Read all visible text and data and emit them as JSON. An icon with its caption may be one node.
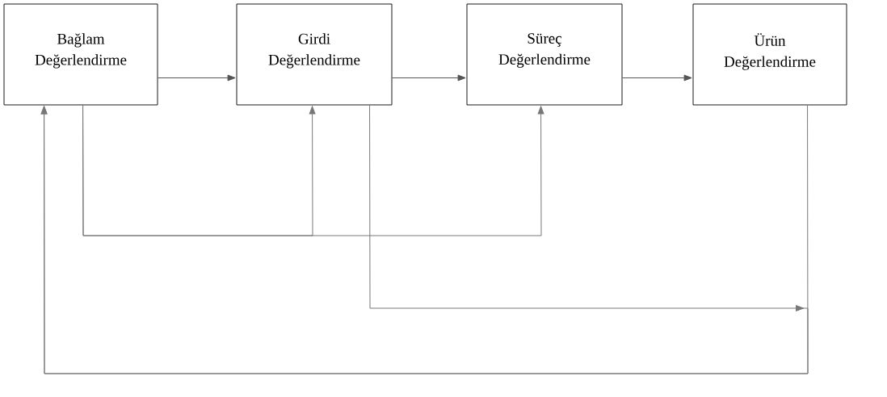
{
  "diagram": {
    "nodes": [
      {
        "text": [
          "Bağlam Değerlendirme"
        ]
      },
      {
        "text": [
          "Girdi Değerlendirme"
        ]
      },
      {
        "text": [
          "Süreç Değerlendirme"
        ]
      },
      {
        "text": [
          "Ürün Değerlendirme"
        ]
      }
    ],
    "edges": [
      {
        "from": 0,
        "to": 1,
        "arrow": "to"
      },
      {
        "from": 1,
        "to": 2,
        "arrow": "to"
      },
      {
        "from": 2,
        "to": 3,
        "arrow": "to"
      },
      {
        "from": 0,
        "to": 1,
        "arrow": "to"
      },
      {
        "from": 0,
        "to": 2,
        "arrow": "to"
      },
      {
        "from": 1,
        "to": 0,
        "arrow": "to"
      },
      {
        "from": 3,
        "to": 0,
        "arrow": "to"
      }
    ]
  }
}
